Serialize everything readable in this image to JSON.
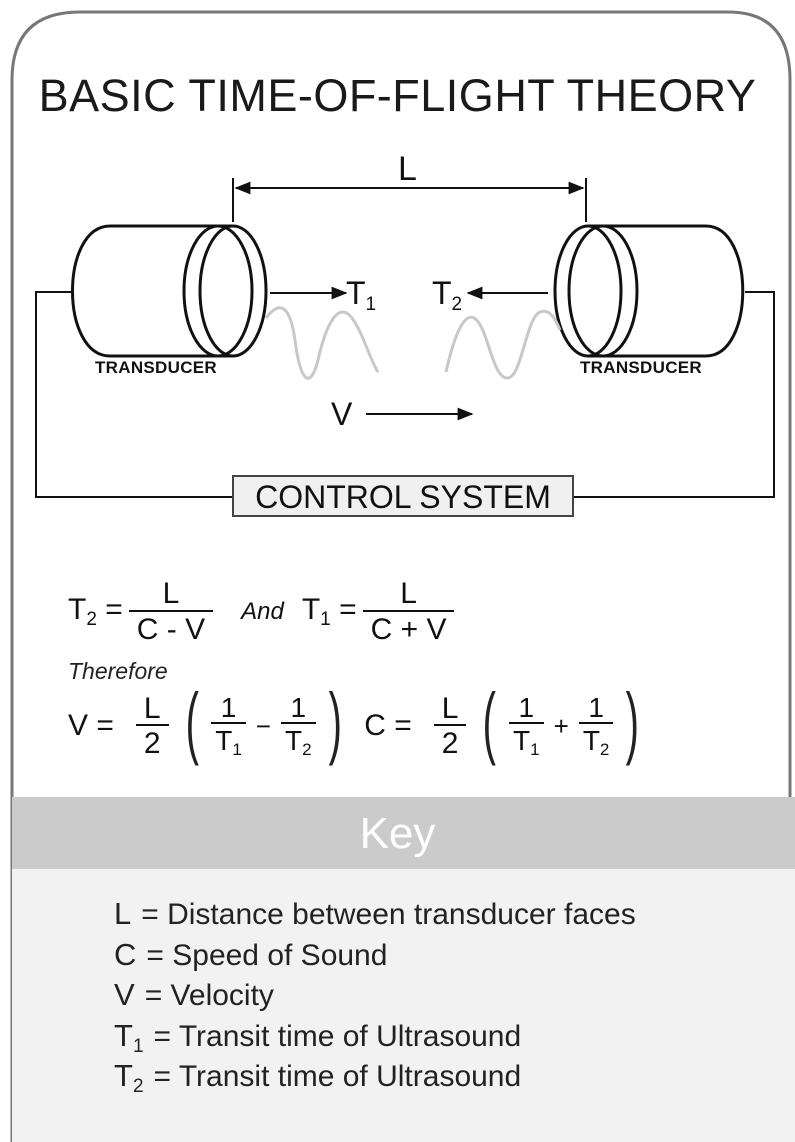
{
  "title": "BASIC TIME-OF-FLIGHT THEORY",
  "diagram": {
    "distance_label": "L",
    "t1_label": "T",
    "t1_sub": "1",
    "t2_label": "T",
    "t2_sub": "2",
    "left_transducer_label": "TRANSDUCER",
    "right_transducer_label": "TRANSDUCER",
    "velocity_label": "V",
    "control_system_label": "CONTROL SYSTEM"
  },
  "equations": {
    "t2_lhs": "T",
    "t2_sub": "2",
    "t2_num": "L",
    "t2_den": "C - V",
    "and_word": "And",
    "t1_lhs": "T",
    "t1_sub": "1",
    "t1_num": "L",
    "t1_den": "C + V",
    "therefore": "Therefore",
    "v_lhs": "V =",
    "c_lhs": "C =",
    "half_num": "L",
    "half_den": "2",
    "one": "1",
    "t_letter": "T",
    "sub_1": "1",
    "sub_2": "2",
    "minus": "−",
    "plus": "+",
    "equals": "="
  },
  "key": {
    "title": "Key",
    "items": [
      {
        "symbol": "L",
        "sub": "",
        "text": "= Distance between transducer faces"
      },
      {
        "symbol": "C",
        "sub": "",
        "text": "= Speed of Sound"
      },
      {
        "symbol": "V",
        "sub": "",
        "text": "= Velocity"
      },
      {
        "symbol": "T",
        "sub": "1",
        "text": "= Transit time of Ultrasound"
      },
      {
        "symbol": "T",
        "sub": "2",
        "text": "= Transit time of Ultrasound"
      }
    ]
  },
  "colors": {
    "frame": "#777777",
    "line": "#111111",
    "wave": "#c8c8c8",
    "key_bar": "#cbcbcb",
    "key_panel": "#f2f2f2",
    "control_fill": "#f0f0f0"
  }
}
